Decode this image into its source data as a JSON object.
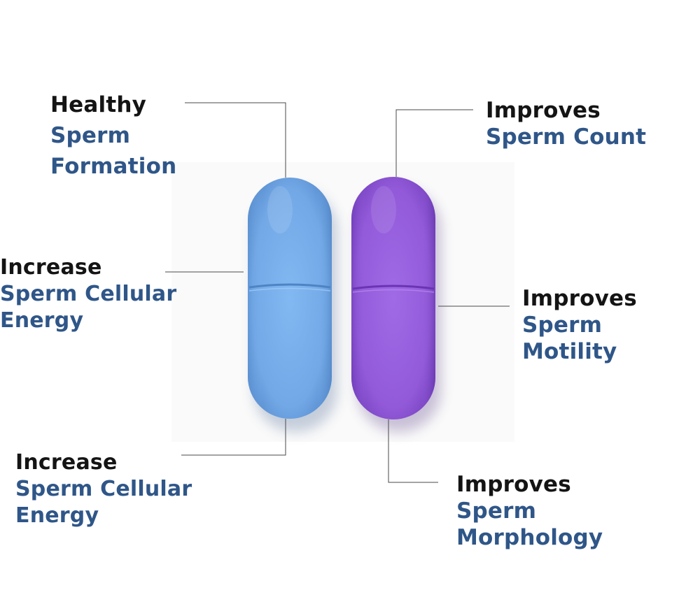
{
  "colors": {
    "heading": "#141414",
    "subheading": "#2f5688",
    "leader_line": "#4a4a4a",
    "pill_blue": "#79b0ec",
    "pill_purple": "#9a62e0"
  },
  "callouts": {
    "formation": {
      "head": "Healthy",
      "line1": "Sperm",
      "line2": "Formation"
    },
    "energy_left": {
      "head": "Increase",
      "line1": "Sperm Cellular",
      "line2": "Energy"
    },
    "energy_bottom": {
      "head": "Increase",
      "line1": "Sperm Cellular",
      "line2": "Energy"
    },
    "count": {
      "head": "Improves",
      "line1": "Sperm Count"
    },
    "motility": {
      "head": "Improves",
      "line1": "Sperm",
      "line2": "Motility"
    },
    "morphology": {
      "head": "Improves",
      "line1": "Sperm",
      "line2": "Morphology"
    }
  },
  "icons": {
    "left_pill": "blue-capsule-icon",
    "right_pill": "purple-capsule-icon"
  }
}
